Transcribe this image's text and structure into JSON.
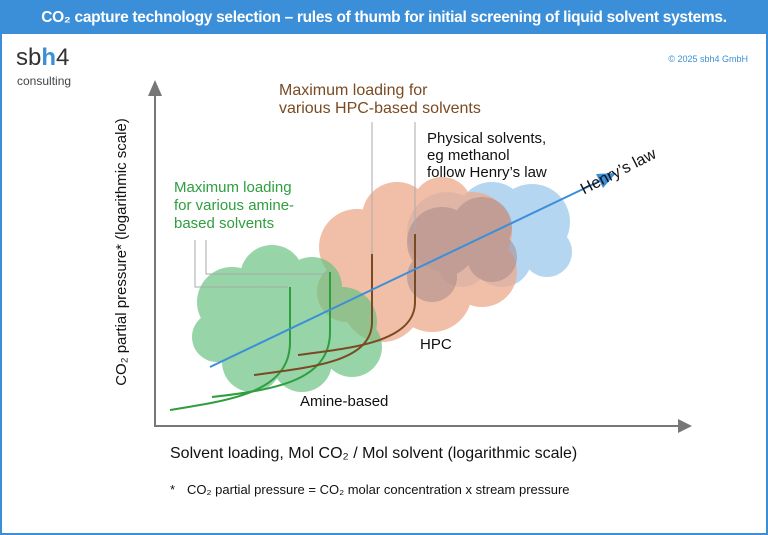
{
  "header": {
    "title": "CO₂ capture technology selection – rules of thumb for initial screening of liquid solvent systems."
  },
  "logo": {
    "prefix": "sb",
    "highlight": "h",
    "suffix": "4",
    "sub": "consulting"
  },
  "copyright": "© 2025 sbh4 GmbH",
  "diagram": {
    "y_axis_label": "CO₂ partial pressure* (logarithmic scale)",
    "x_axis_label": "Solvent loading, Mol CO₂ / Mol solvent (logarithmic scale)",
    "footnote_star": "*",
    "footnote": "CO₂ partial pressure = CO₂ molar concentration x stream pressure",
    "hpc_note": [
      "Maximum loading for",
      "various HPC-based solvents"
    ],
    "physical_note": [
      "Physical solvents,",
      "eg methanol",
      "follow Henry’s law"
    ],
    "amine_note": [
      "Maximum loading",
      "for various amine-",
      "based solvents"
    ],
    "henry_label": "Henry’s law",
    "hpc_label": "HPC",
    "amine_label": "Amine-based",
    "colors": {
      "amine": "#2e9e3e",
      "hpc": "#7a4a22",
      "henry": "#3b8fd9",
      "amine_cloud": "#8fcf9e",
      "hpc_cloud": "#f0b8a0",
      "physical_cloud": "#a9d0ef"
    }
  }
}
